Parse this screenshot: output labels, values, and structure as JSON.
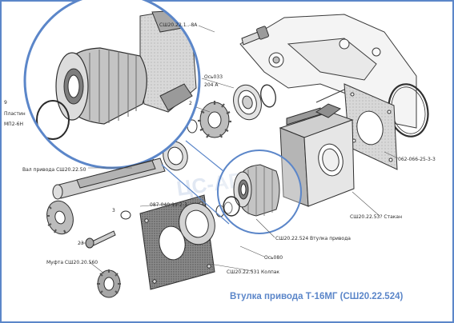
{
  "watermark": "ЦС-АГРО",
  "caption": "Втулка привода Т-16МГ (СШ20.22.524)",
  "colors": {
    "frame_blue": "#5b86c9",
    "line": "#3a3a3a",
    "background": "#ffffff"
  },
  "labels": {
    "top_plate": "СШ20.22.1..-8А",
    "axis_top": "Ось033",
    "p204a": "204 А",
    "p2": "2",
    "plate_left": "Пластин",
    "mfp": "МП2-6Н",
    "shaft": "Вал привода СШ20.22.50",
    "p3": "3",
    "p087": "087-040-19-2-3",
    "bushing": "СШ20.22.524 Втулка привода",
    "ring": "СШ20.22.53? Стакан",
    "gasket_code": "062-066-25-3-3",
    "p23": "23",
    "coupling": "Муфта СШ20.20.560",
    "axis_mid": "Ось080",
    "cover": "СШ20.22.531 Колпак",
    "p9": "9"
  }
}
